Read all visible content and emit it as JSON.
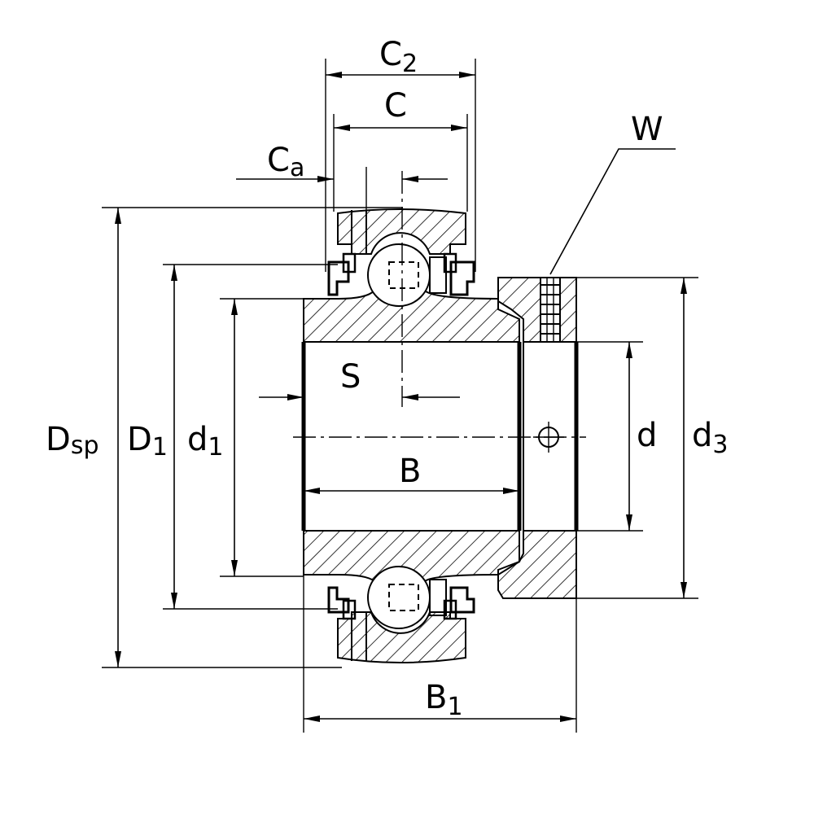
{
  "labels": {
    "C2": {
      "main": "C",
      "sub": "2"
    },
    "C": {
      "main": "C"
    },
    "Ca": {
      "main": "C",
      "sub": "a"
    },
    "W": {
      "main": "W"
    },
    "S": {
      "main": "S"
    },
    "Dsp": {
      "main": "D",
      "sub": "sp"
    },
    "D1": {
      "main": "D",
      "sub": "1"
    },
    "d1": {
      "main": "d",
      "sub": "1"
    },
    "B": {
      "main": "B"
    },
    "d": {
      "main": "d"
    },
    "d3": {
      "main": "d",
      "sub": "3"
    },
    "B1": {
      "main": "B",
      "sub": "1"
    }
  },
  "colors": {
    "line": "#000000",
    "background": "#ffffff"
  }
}
